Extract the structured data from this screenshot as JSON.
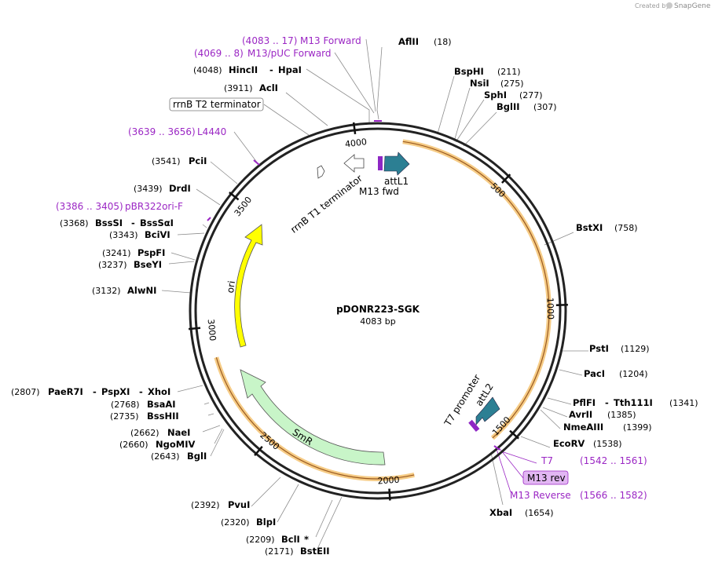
{
  "credit": {
    "created_by": "Created by",
    "brand": "SnapGene"
  },
  "plasmid": {
    "name": "pDONR223-SGK",
    "length_label": "4083 bp",
    "length": 4083
  },
  "ticks": [
    "500",
    "1000",
    "1500",
    "2000",
    "2500",
    "3000",
    "3500",
    "4000"
  ],
  "enzymes": {
    "aflii": {
      "pos": "(18)",
      "name": "AflII"
    },
    "bsphi": {
      "pos": "(211)",
      "name": "BspHI"
    },
    "nsii": {
      "pos": "(275)",
      "name": "NsiI"
    },
    "sphi": {
      "pos": "(277)",
      "name": "SphI"
    },
    "bglii": {
      "pos": "(307)",
      "name": "BglII"
    },
    "bstxi": {
      "pos": "(758)",
      "name": "BstXI"
    },
    "psti": {
      "pos": "(1129)",
      "name": "PstI"
    },
    "paci": {
      "pos": "(1204)",
      "name": "PacI"
    },
    "pflfi": {
      "pos": "(1341)",
      "name": "PflFI",
      "sep": "-",
      "name2": "Tth111I"
    },
    "avrii": {
      "pos": "(1385)",
      "name": "AvrII"
    },
    "nmeaiii": {
      "pos": "(1399)",
      "name": "NmeAIII"
    },
    "ecorv": {
      "pos": "(1538)",
      "name": "EcoRV"
    },
    "xbai": {
      "pos": "(1654)",
      "name": "XbaI"
    },
    "bsteii": {
      "pos": "(2171)",
      "name": "BstEII"
    },
    "bcli": {
      "pos": "(2209)",
      "name": "BclI",
      "mark": "*"
    },
    "blpi": {
      "pos": "(2320)",
      "name": "BlpI"
    },
    "pvui": {
      "pos": "(2392)",
      "name": "PvuI"
    },
    "bgli": {
      "pos": "(2643)",
      "name": "BglI"
    },
    "ngomiv": {
      "pos": "(2660)",
      "name": "NgoMIV"
    },
    "naei": {
      "pos": "(2662)",
      "name": "NaeI"
    },
    "bsshii": {
      "pos": "(2735)",
      "name": "BssHII"
    },
    "bsaai": {
      "pos": "(2768)",
      "name": "BsaAI"
    },
    "paer7i": {
      "pos": "(2807)",
      "name": "PaeR7I",
      "sep": "-",
      "name2": "PspXI",
      "sep2": "-",
      "name3": "XhoI"
    },
    "alwni": {
      "pos": "(3132)",
      "name": "AlwNI"
    },
    "bseyi": {
      "pos": "(3237)",
      "name": "BseYI"
    },
    "pspfi": {
      "pos": "(3241)",
      "name": "PspFI"
    },
    "bcivi": {
      "pos": "(3343)",
      "name": "BciVI"
    },
    "bsssi": {
      "pos": "(3368)",
      "name": "BssSI",
      "sep": "-",
      "name2": "BssSαI"
    },
    "drdi": {
      "pos": "(3439)",
      "name": "DrdI"
    },
    "pcii": {
      "pos": "(3541)",
      "name": "PciI"
    },
    "acli": {
      "pos": "(3911)",
      "name": "AclI"
    },
    "hincii": {
      "pos": "(4048)",
      "name": "HincII",
      "sep": "-",
      "name2": "HpaI"
    }
  },
  "primers": {
    "m13fwd_top": {
      "range": "(4083 .. 17)",
      "name": "M13 Forward"
    },
    "m13puc": {
      "range": "(4069 .. 8)",
      "name": "M13/pUC Forward"
    },
    "l4440": {
      "range": "(3639 .. 3656)",
      "name": "L4440"
    },
    "pbr322": {
      "range": "(3386 .. 3405)",
      "name": "pBR322ori-F"
    },
    "t7": {
      "name": "T7",
      "range": "(1542 .. 1561)"
    },
    "m13rev": {
      "name": "M13 rev"
    },
    "m13reverse": {
      "name": "M13 Reverse",
      "range": "(1566 .. 1582)"
    }
  },
  "features": {
    "rrnb_t2": "rrnB T2 terminator",
    "rrnb_t1": "rrnB T1 terminator",
    "attl1": "attL1",
    "m13_fwd": "M13 fwd",
    "t7_promoter": "T7 promoter",
    "attl2": "attL2",
    "ori": "ori",
    "smr": "SmR"
  },
  "colors": {
    "backbone": "#222222",
    "insert_highlight": "#f6cc86",
    "insert_line": "#9a5a20",
    "att": "#2c7f93",
    "primer": "#9b27c4",
    "ori": "#ffff00",
    "smr": "#c8f5c8",
    "terminator": "#ffffff",
    "m13_rev_box": "#e2b6f3"
  }
}
